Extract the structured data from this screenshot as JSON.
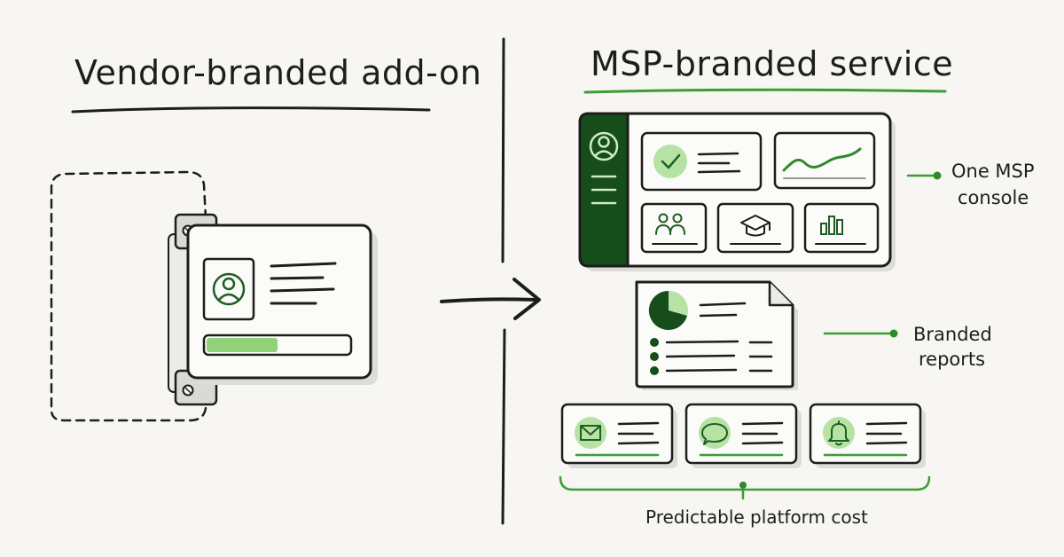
{
  "left": {
    "title": "Vendor-branded add-on"
  },
  "right": {
    "title": "MSP-branded service",
    "console_label_line1": "One MSP",
    "console_label_line2": "console",
    "reports_label_line1": "Branded",
    "reports_label_line2": "reports",
    "cost_label": "Predictable platform cost"
  },
  "icons": {
    "vendor_card": [
      "user-icon"
    ],
    "console_sidebar": [
      "user-icon",
      "menu-icon"
    ],
    "console_tiles": [
      "check-icon",
      "line-chart-icon",
      "users-icon",
      "graduation-cap-icon",
      "bar-chart-icon"
    ],
    "report": [
      "pie-chart-icon"
    ],
    "channels": [
      "mail-icon",
      "chat-icon",
      "bell-icon"
    ]
  },
  "colors": {
    "ink": "#1d1d1b",
    "accent": "#3d9c35",
    "dark_green": "#164d1a",
    "light_green": "#b6e3a4",
    "progress_fill": "#8fd27a",
    "background": "#f7f6f2",
    "card": "#fbfbf9",
    "shadow": "#dcdcd8"
  },
  "progress": {
    "fraction": 0.5
  }
}
